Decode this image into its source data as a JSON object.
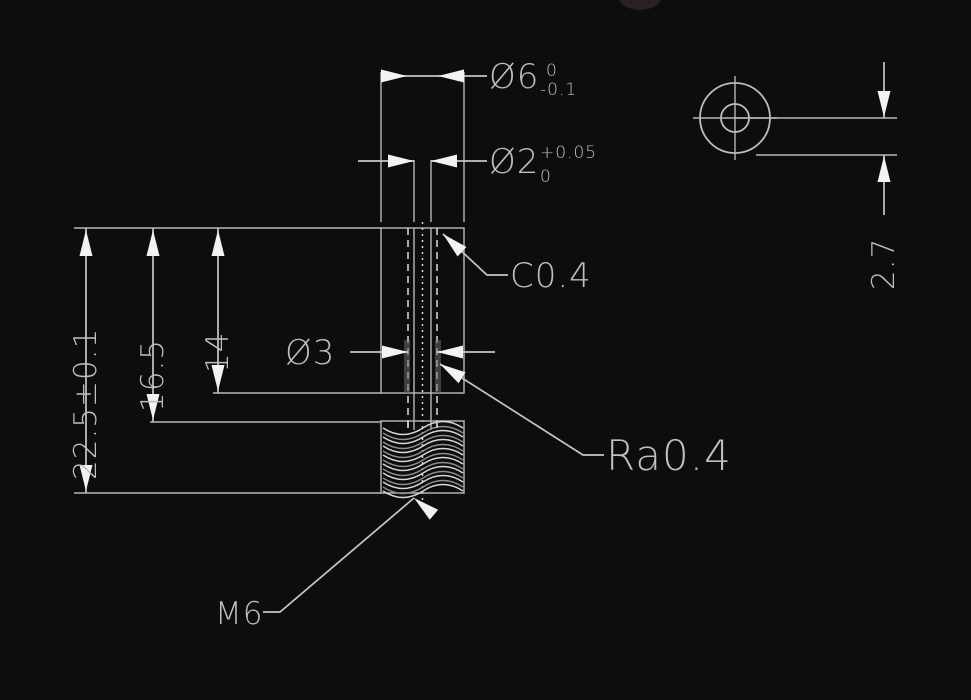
{
  "drawing": {
    "type": "mechanical-part-technical-drawing",
    "background_color": "#0d0d0d",
    "line_color": "#c6c6c6",
    "text_color": "#bfbfbf",
    "part_description": "Threaded standoff / shoulder screw with through bore"
  },
  "dimensions": {
    "dia6": {
      "symbol": "Ø6",
      "tol_upper": "0",
      "tol_lower": "-0.1"
    },
    "dia2": {
      "symbol": "Ø2",
      "tol_upper": "+0.05",
      "tol_lower": "0"
    },
    "dia3": {
      "label": "Ø3"
    },
    "len_total": {
      "label": "22.5±0.1"
    },
    "len_mid": {
      "label": "16.5"
    },
    "len_short": {
      "label": "14"
    },
    "thickness": {
      "label": "2.7"
    }
  },
  "annotations": {
    "chamfer": {
      "label": "C0.4"
    },
    "surface_finish": {
      "label": "Ra0.4"
    },
    "thread": {
      "label": "M6"
    }
  },
  "end_view": {
    "name": "end-view-circles",
    "outer_diameter_ref": "Ø6",
    "inner_diameter_ref": "Ø2"
  }
}
